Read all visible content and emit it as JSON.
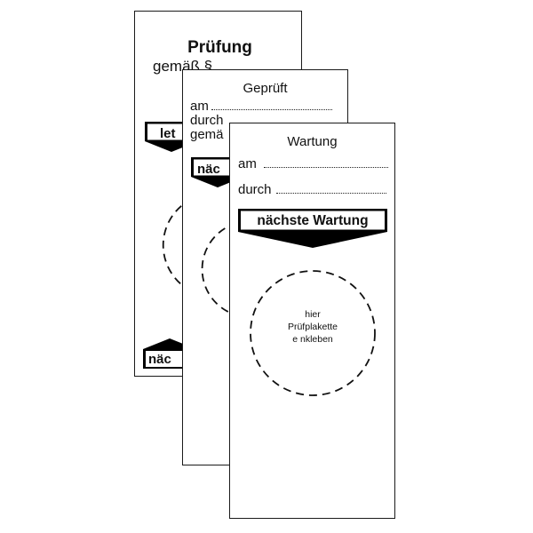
{
  "tags": {
    "back": {
      "title": "Prüfung",
      "subtitle": "gemäß §",
      "top_banner": "let",
      "bottom_banner": "näc"
    },
    "middle": {
      "title": "Geprüft",
      "date_label": "am",
      "by_label": "durch",
      "per_label": "gemä",
      "banner": "näc"
    },
    "front": {
      "title": "Wartung",
      "date_label": "am",
      "by_label": "durch",
      "banner": "nächste Wartung",
      "sticker_lines": [
        "hier",
        "Prüfplakette",
        "e nkleben"
      ]
    }
  }
}
